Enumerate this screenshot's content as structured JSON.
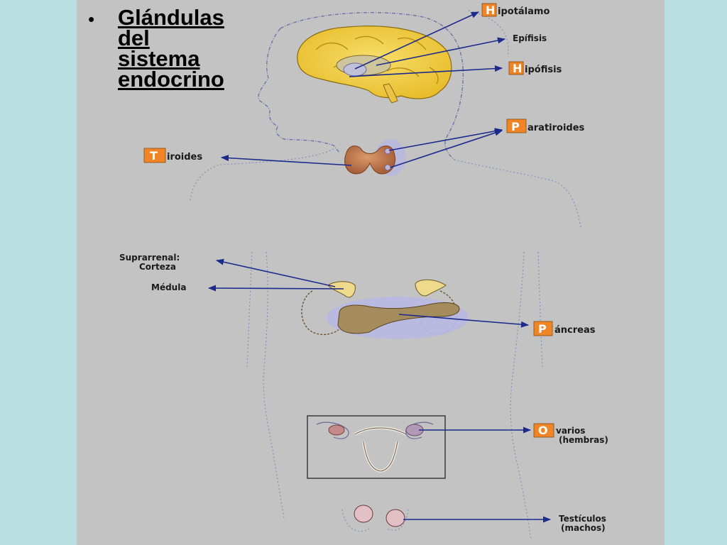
{
  "slide": {
    "title_bullet": "•",
    "title_lines": [
      "Glándulas",
      "del",
      "sistema",
      "endocrino"
    ]
  },
  "labels": {
    "hipotalamo": {
      "initial": "H",
      "rest": "ipotálamo"
    },
    "epifisis": {
      "text": "Epífisis"
    },
    "hipofisis": {
      "initial": "H",
      "rest": "ipófisis"
    },
    "paratiroides": {
      "initial": "P",
      "rest": "aratiroides"
    },
    "tiroides": {
      "initial": "T",
      "rest": "iroides"
    },
    "suprarrenal_corteza": {
      "line1": "Suprarrenal:",
      "line2": "Corteza"
    },
    "medula": {
      "text": "Médula"
    },
    "pancreas": {
      "initial": "P",
      "rest": "áncreas"
    },
    "ovarios": {
      "initial": "O",
      "rest": "varios",
      "line2": "(hembras)"
    },
    "testiculos": {
      "line1": "Testículos",
      "line2": "(machos)"
    }
  },
  "colors": {
    "background": "#b9dfe3",
    "panel": "#c3c3c3",
    "arrow": "#1b2a8c",
    "initial_box": "#ef8526",
    "brain": "#f1cf4a",
    "gland": "#c47a4e",
    "pancreas": "#a58c5c",
    "adrenal": "#efd98a",
    "highlight": "#b9b9e4"
  }
}
